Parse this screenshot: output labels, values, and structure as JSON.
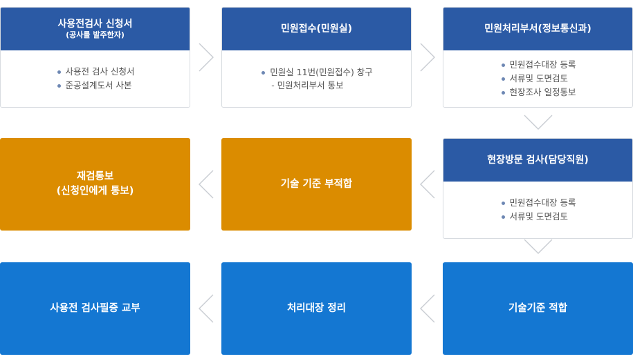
{
  "steps": {
    "application": {
      "title": "사용전검사 신청서",
      "subtitle": "(공사를 발주한자)",
      "items": [
        "사용전 검사 신청서",
        "준공설계도서 사본"
      ]
    },
    "reception": {
      "title": "민원접수(민원실)",
      "items": [
        "민원실 11번(민원접수) 창구"
      ],
      "note": "- 민원처리부서 통보"
    },
    "processing_dept": {
      "title": "민원처리부서(정보통신과)",
      "items": [
        "민원접수대장 등록",
        "서류및 도면검토",
        "현장조사 일정통보"
      ]
    },
    "site_visit": {
      "title": "현장방문 검사(담당직원)",
      "items": [
        "민원접수대장 등록",
        "서류및 도면검토"
      ]
    },
    "not_compliant": {
      "label": "기술 기준 부적합"
    },
    "reinspection": {
      "line1": "재검통보",
      "line2": "(신청인에게 통보)"
    },
    "compliant": {
      "label": "기술기준 적합"
    },
    "ledger": {
      "label": "처리대장 정리"
    },
    "certificate": {
      "label": "사용전 검사필증 교부"
    }
  },
  "colors": {
    "header_blue": "#2b5aa5",
    "orange": "#db8c00",
    "blue": "#1477d2",
    "arrow": "#c8ccd2"
  },
  "icons": {
    "right": "chevron-right-icon",
    "left": "chevron-left-icon",
    "down": "chevron-down-icon"
  }
}
